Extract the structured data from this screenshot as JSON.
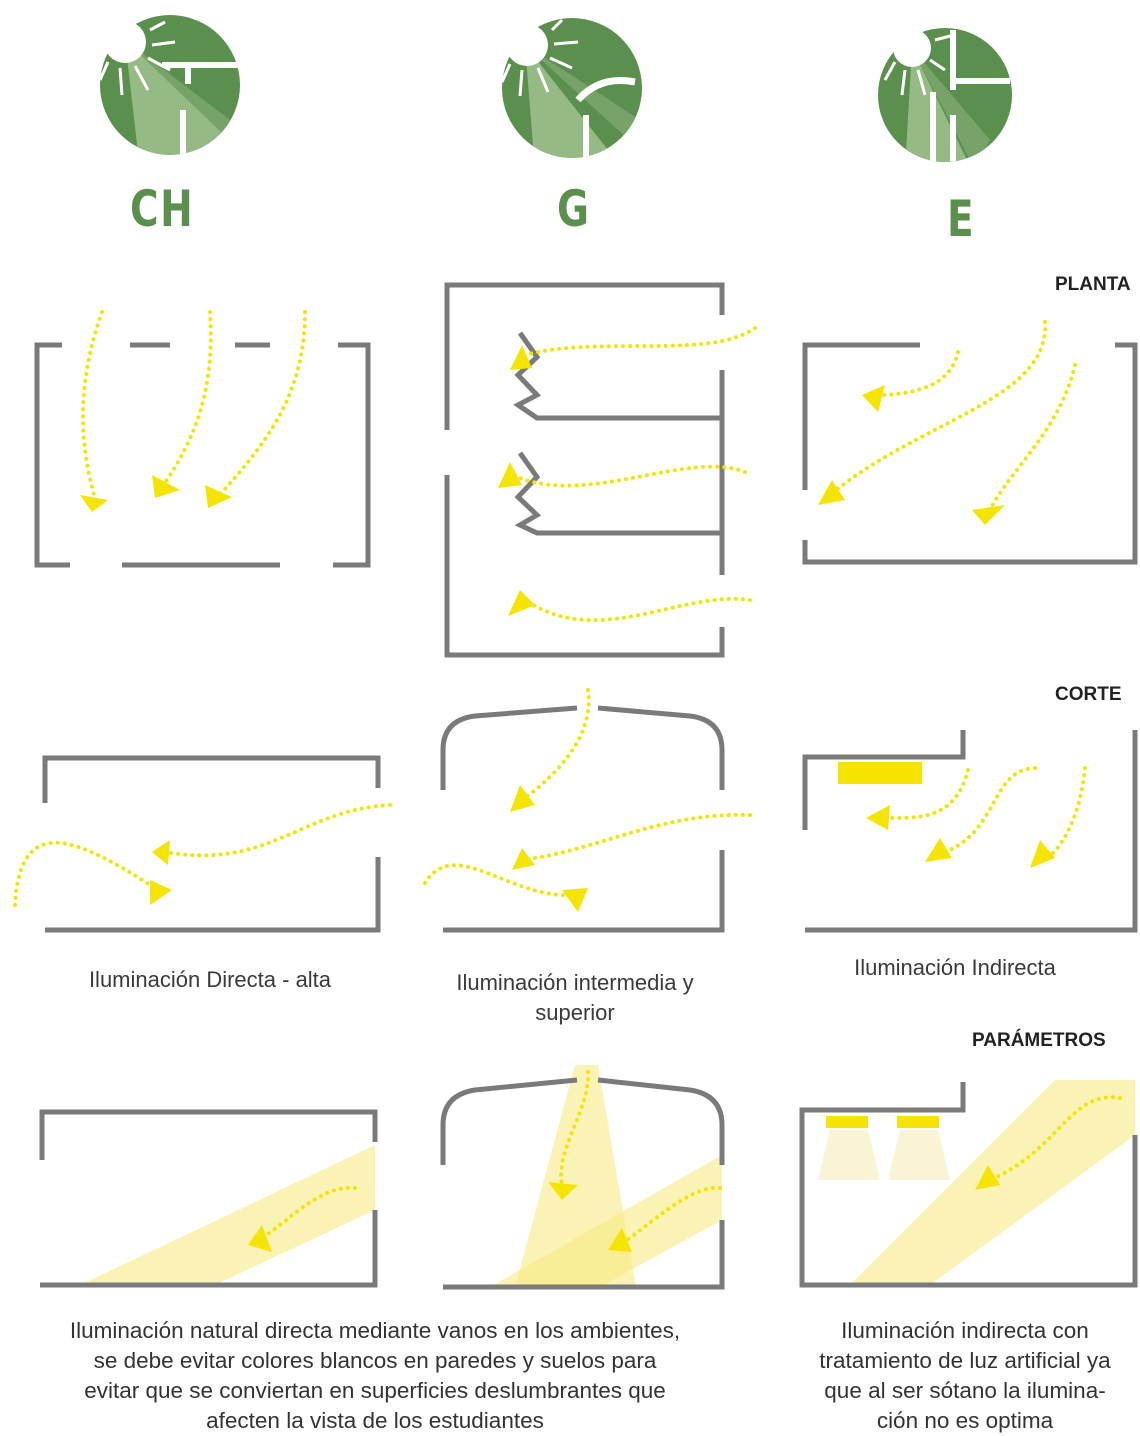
{
  "icons": [
    {
      "code": "CH",
      "name": "ch-icon"
    },
    {
      "code": "G",
      "name": "g-icon"
    },
    {
      "code": "E",
      "name": "e-icon"
    }
  ],
  "colors": {
    "green": "#5a8f4e",
    "light_green": "#9bbf8c",
    "wall": "#7a7a7a",
    "light": "#f5e400"
  },
  "sections": {
    "planta": "PLANTA",
    "corte": "CORTE",
    "parametros": "PARÁMETROS"
  },
  "captions": {
    "ch": "Iluminación Directa - alta",
    "g_line1": "Iluminación intermedia y",
    "g_line2": "superior",
    "e": "Iluminación Indirecta"
  },
  "descriptions": {
    "left": [
      "Iluminación natural directa mediante vanos en los ambientes,",
      "se debe evitar colores blancos en paredes y suelos para",
      "evitar que se conviertan en superficies deslumbrantes que",
      "afecten la vista de los estudiantes"
    ],
    "right": [
      "Iluminación indirecta con",
      "tratamiento de luz artificial ya",
      "que al ser sótano la ilumina-",
      "ción no es optima"
    ]
  }
}
